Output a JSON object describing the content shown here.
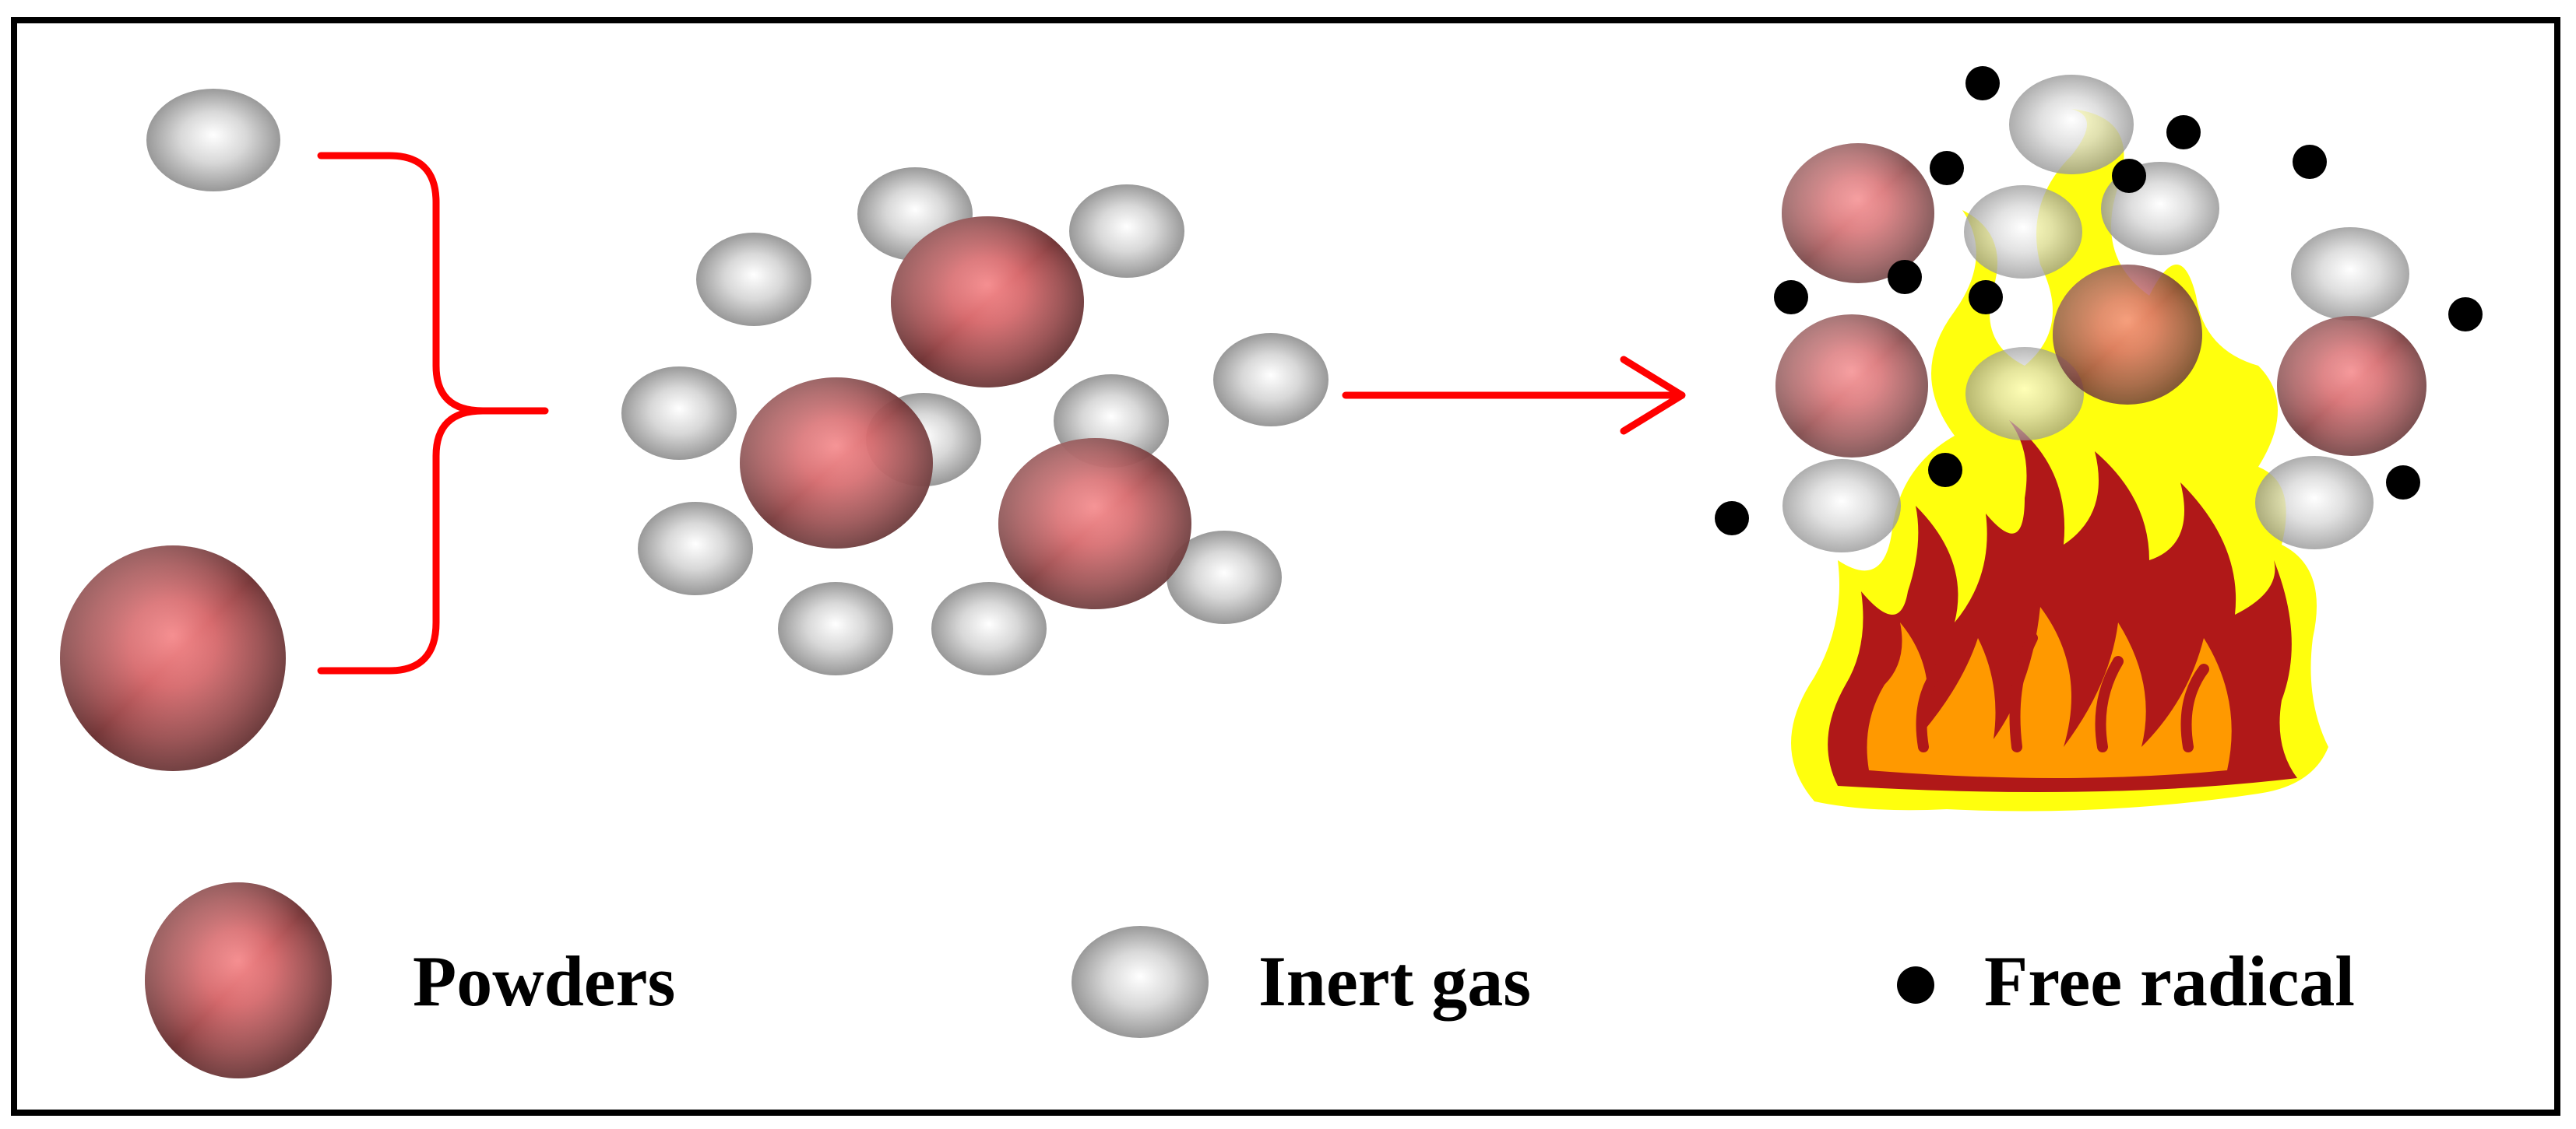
{
  "legend": {
    "powders_label": "Powders",
    "inert_gas_label": "Inert gas",
    "free_radical_label": "Free radical"
  },
  "colors": {
    "frame": "#000000",
    "powder": "#c75a5e",
    "inert_gas": "#c9c9c9",
    "free_radical": "#000000",
    "arrow": "#ff0000",
    "brace": "#ff0000",
    "flame_outer": "#ffff00",
    "flame_mid": "#b01818",
    "flame_inner": "#ff9900"
  },
  "icons": {
    "brace": "curly-brace-icon",
    "arrow": "right-arrow-icon",
    "fire": "fire-icon"
  }
}
